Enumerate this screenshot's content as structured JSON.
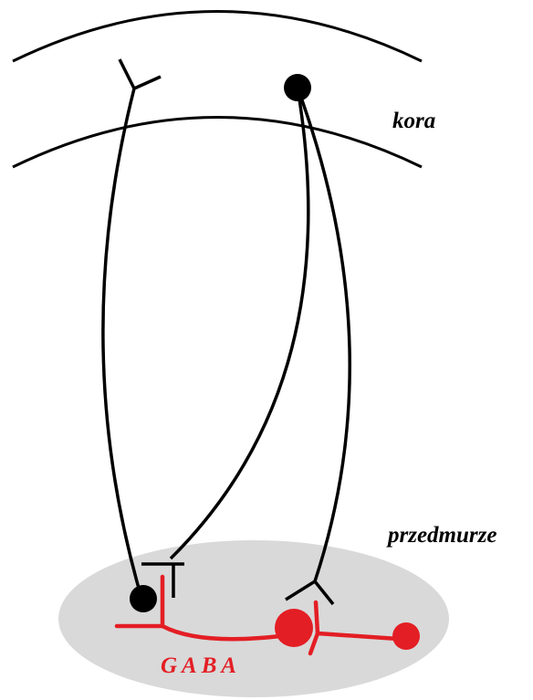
{
  "labels": {
    "cortex": "kora",
    "region": "przedmurze",
    "neurotransmitter": "GABA"
  },
  "colors": {
    "line": "#000000",
    "gaba": "#e31e24",
    "region_fill": "#d9d9d9"
  }
}
